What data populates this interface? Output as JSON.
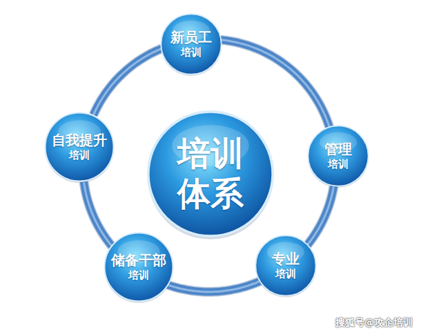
{
  "diagram": {
    "nodes": [
      {
        "text": [
          "培训 体系"
        ]
      },
      {
        "text": [
          "新员工",
          "培训"
        ]
      },
      {
        "text": [
          "管理",
          "培训"
        ]
      },
      {
        "text": [
          "专业",
          "培训"
        ]
      },
      {
        "text": [
          "储备干部",
          "培训"
        ]
      },
      {
        "text": [
          "自我提升",
          "培训"
        ]
      }
    ],
    "edges": [
      {
        "from": 1,
        "to": 2,
        "arrow": "none"
      },
      {
        "from": 2,
        "to": 3,
        "arrow": "none"
      },
      {
        "from": 3,
        "to": 4,
        "arrow": "none"
      },
      {
        "from": 4,
        "to": 5,
        "arrow": "none"
      },
      {
        "from": 5,
        "to": 1,
        "arrow": "none"
      }
    ],
    "labels": [
      "搜狐号@攻企培训"
    ]
  }
}
